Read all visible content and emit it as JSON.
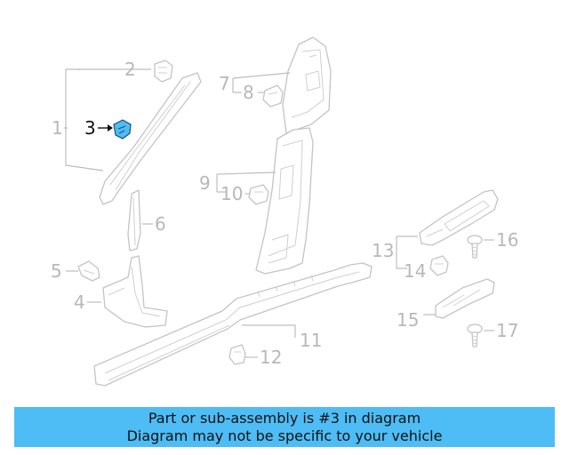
{
  "diagram": {
    "callouts": {
      "c1": "1",
      "c2": "2",
      "c3": "3",
      "c4": "4",
      "c5": "5",
      "c6": "6",
      "c7": "7",
      "c8": "8",
      "c9": "9",
      "c10": "10",
      "c11": "11",
      "c12": "12",
      "c13": "13",
      "c14": "14",
      "c15": "15",
      "c16": "16",
      "c17": "17"
    },
    "highlighted_part": "3",
    "colors": {
      "highlight": "#4ebcf5",
      "lines": "#c4c4c4",
      "banner": "#4ebcf5"
    }
  },
  "banner": {
    "line1": "Part or sub-assembly is #3 in diagram",
    "line2": "Diagram may not be specific to your vehicle"
  }
}
